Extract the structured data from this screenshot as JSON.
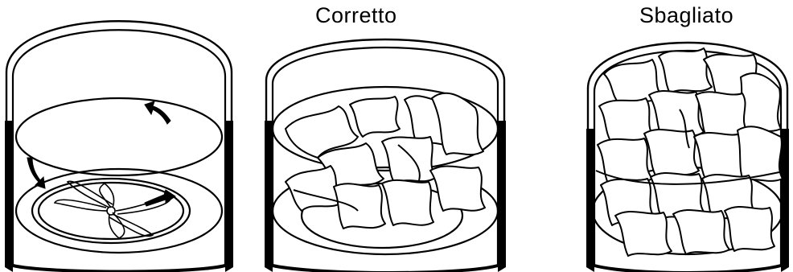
{
  "figure": {
    "panels": [
      {
        "id": "drum",
        "caption": ""
      },
      {
        "id": "correct",
        "caption": "Corretto"
      },
      {
        "id": "wrong",
        "caption": "Sbagliato"
      }
    ]
  },
  "colors": {
    "ink": "#000000",
    "background": "#ffffff"
  }
}
